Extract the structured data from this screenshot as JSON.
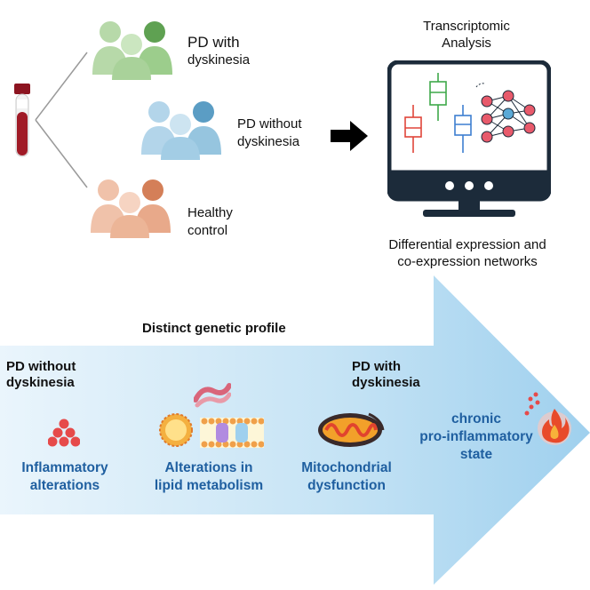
{
  "groups": [
    {
      "id": "pd-with",
      "line1": "PD with",
      "line2": "dyskinesia",
      "color": "#8fc07f",
      "accent": "#5fa152"
    },
    {
      "id": "pd-without",
      "line1": "PD without",
      "line2": "dyskinesia",
      "color": "#8fbfd9",
      "accent": "#5b9dc4"
    },
    {
      "id": "control",
      "line1": "Healthy",
      "line2": "control",
      "color": "#e8a98a",
      "accent": "#d47f58"
    }
  ],
  "analysis": {
    "title_line1": "Transcriptomic",
    "title_line2": "Analysis",
    "caption_line1": "Differential expression and",
    "caption_line2": "co-expression networks"
  },
  "profile": {
    "title": "Distinct genetic profile",
    "start_line1": "PD without",
    "start_line2": "dyskinesia",
    "end_line1": "PD with",
    "end_line2": "dyskinesia",
    "items": [
      {
        "id": "inflammatory",
        "line1": "Inflammatory",
        "line2": "alterations"
      },
      {
        "id": "lipid",
        "line1": "Alterations in",
        "line2": "lipid metabolism"
      },
      {
        "id": "mito",
        "line1": "Mitochondrial",
        "line2": "dysfunction"
      },
      {
        "id": "chronic",
        "line1": "chronic",
        "line2": "pro-inflammatory",
        "line3": "state"
      }
    ]
  },
  "colors": {
    "label_blue": "#1f5fa0",
    "arrow_light": "#d9ecf8",
    "arrow_dark": "#a8d3ef",
    "blood": "#a01a26"
  }
}
